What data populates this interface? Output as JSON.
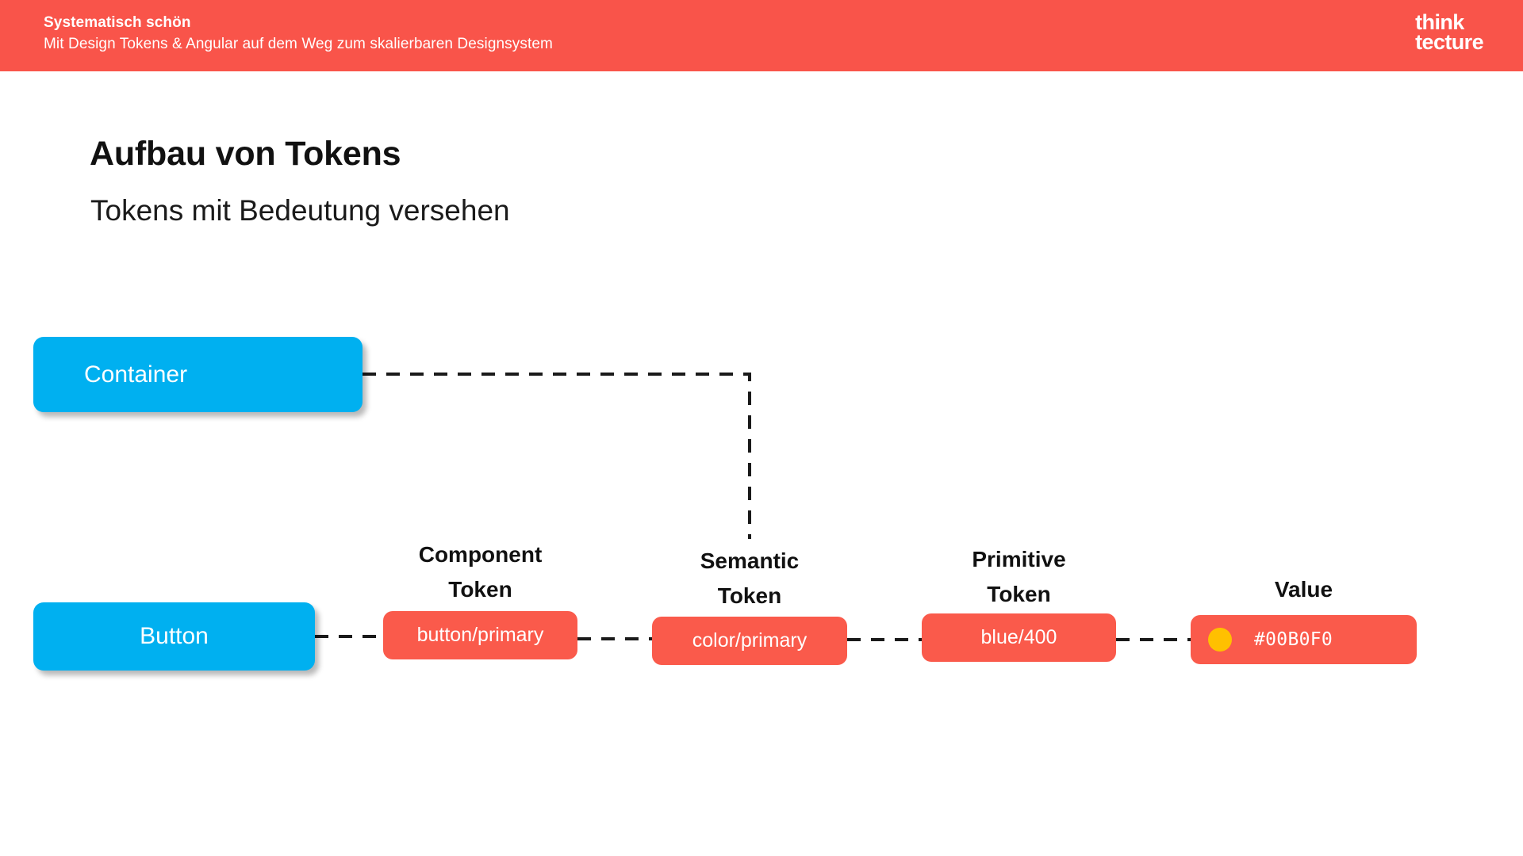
{
  "header": {
    "title": "Systematisch schön",
    "subtitle": "Mit Design Tokens & Angular auf dem Weg zum skalierbaren Designsystem",
    "logo_line1": "think",
    "logo_line2": "tecture",
    "background_color": "#F9544A"
  },
  "slide": {
    "title": "Aufbau von Tokens",
    "subtitle": "Tokens mit Bedeutung versehen"
  },
  "diagram": {
    "elements": [
      {
        "label": "Container",
        "color": "#00B0F0",
        "align": "left"
      },
      {
        "label": "Button",
        "color": "#00B0F0",
        "align": "center"
      }
    ],
    "stages": [
      {
        "caption": "Component\nToken",
        "chip": "button/primary"
      },
      {
        "caption": "Semantic\nToken",
        "chip": "color/primary"
      },
      {
        "caption": "Primitive\nToken",
        "chip": "blue/400"
      },
      {
        "caption": "Value",
        "chip": "#00B0F0",
        "swatch_color": "#FFC000"
      }
    ],
    "chip_color": "#FA5A4B",
    "connector_style": "dashed",
    "connector_color": "#1A1A1A"
  }
}
